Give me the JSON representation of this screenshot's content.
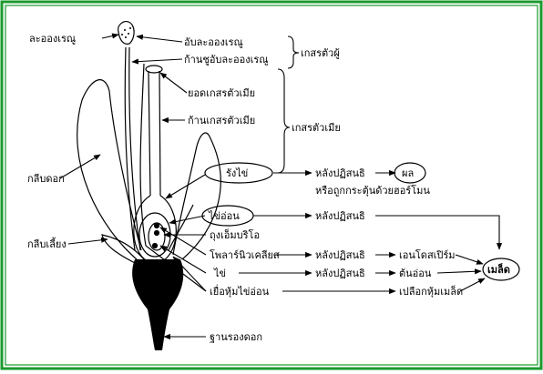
{
  "labels": {
    "pollen_grain": "ละอองเรณู",
    "anther": "อับละอองเรณู",
    "filament": "ก้านชูอับละอองเรณู",
    "stamen": "เกสรตัวผู้",
    "stigma": "ยอดเกสรตัวเมีย",
    "style": "ก้านเกสรตัวเมีย",
    "pistil": "เกสรตัวเมีย",
    "ovary": "รังไข่",
    "after_fert_1": "หลังปฏิสนธิ",
    "fruit": "ผล",
    "or_hormone": "หรือถูกกระตุ้นด้วยฮอร์โมน",
    "petal": "กลีบดอก",
    "ovule": "ไข่อ่อน",
    "after_fert_2": "หลังปฏิสนธิ",
    "embryo_sac": "ถุงเอ็มบริโอ",
    "polar_nuclei": "โพลาร์นิวเคลียส",
    "after_fert_3": "หลังปฏิสนธิ",
    "endosperm": "เอนโดสเปิร์ม",
    "sepal": "กลีบเลี้ยง",
    "egg": "ไข่",
    "after_fert_4": "หลังปฏิสนธิ",
    "embryo": "ต้นอ่อน",
    "integument": "เยื่อหุ้มไข่อ่อน",
    "seed_coat": "เปลือกหุ้มเมล็ด",
    "seed": "เมล็ด",
    "receptacle": "ฐานรองดอก"
  },
  "colors": {
    "border": "#1a9a2e",
    "line": "#000000"
  }
}
